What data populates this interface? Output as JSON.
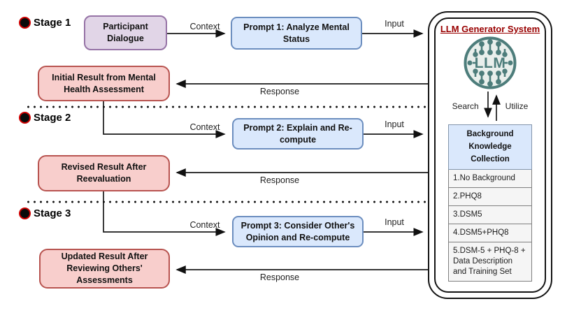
{
  "stages": [
    {
      "label": "Stage 1",
      "source": "Participant Dialogue",
      "context": "Context",
      "prompt": "Prompt 1: Analyze Mental Status",
      "input": "Input",
      "result": "Initial Result from Mental Health Assessment",
      "response": "Response"
    },
    {
      "label": "Stage 2",
      "context": "Context",
      "prompt": "Prompt 2: Explain and Re-compute",
      "input": "Input",
      "result": "Revised Result After Reevaluation",
      "response": "Response"
    },
    {
      "label": "Stage 3",
      "context": "Context",
      "prompt": "Prompt 3: Consider Other's Opinion and Re-compute",
      "input": "Input",
      "result": "Updated Result After Reviewing Others' Assessments",
      "response": "Response"
    }
  ],
  "llm_system": {
    "title": "LLM Generator System",
    "icon_label": "LLM",
    "search": "Search",
    "utilize": "Utilize",
    "knowledge": {
      "header": "Background Knowledge Collection",
      "items": [
        "1.No Background",
        "2.PHQ8",
        "3.DSM5",
        "4.DSM5+PHQ8",
        "5.DSM-5 + PHQ-8 + Data Description and Training Set"
      ]
    }
  },
  "colors": {
    "purple_fill": "#E1D5E7",
    "purple_border": "#9673A6",
    "blue_fill": "#DAE8FC",
    "blue_border": "#6C8EBF",
    "red_fill": "#F8CECC",
    "red_border": "#B85450",
    "system_title": "#990000",
    "llm_icon_teal": "#4D7D7B",
    "knowledge_item_fill": "#F5F5F5"
  }
}
